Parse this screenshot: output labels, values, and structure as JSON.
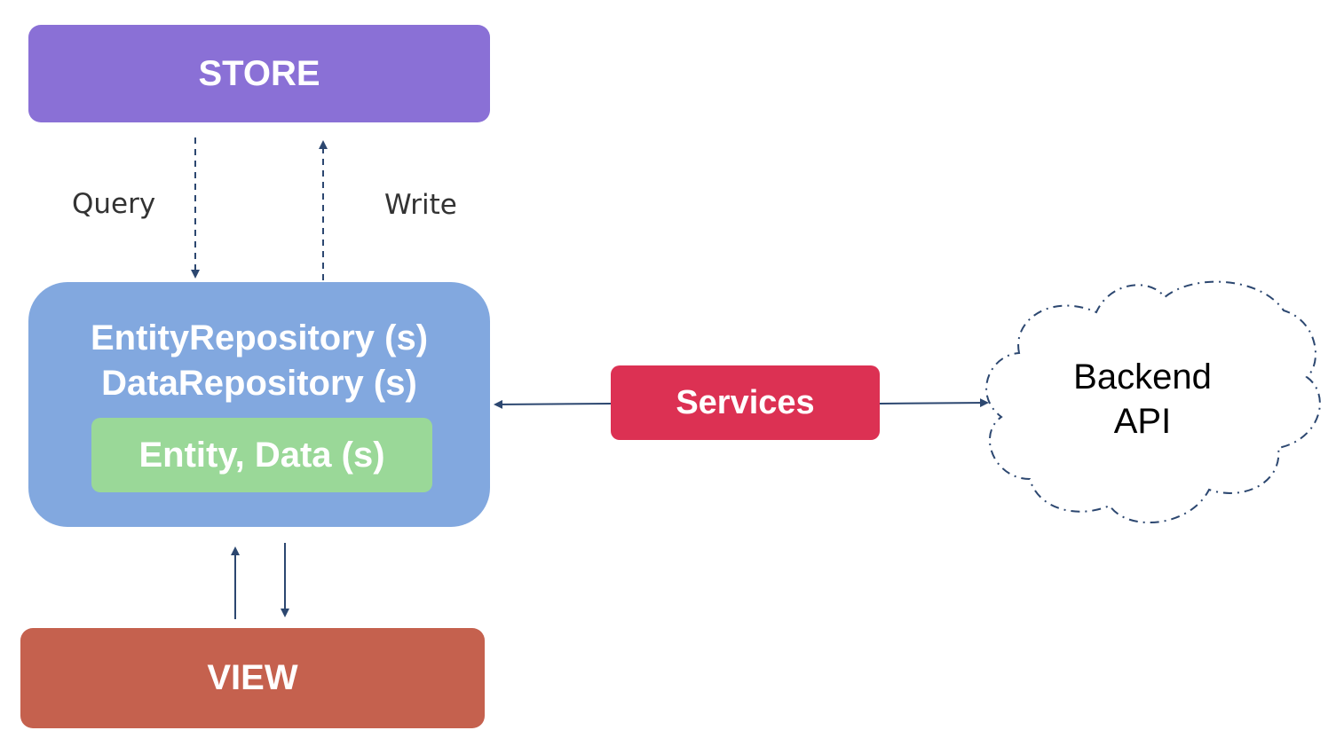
{
  "nodes": {
    "store": "STORE",
    "repository": {
      "line1": "EntityRepository (s)",
      "line2": "DataRepository (s)"
    },
    "entity": "Entity, Data (s)",
    "view": "VIEW",
    "services": "Services",
    "backend": {
      "line1": "Backend",
      "line2": "API"
    }
  },
  "edges": {
    "query_label": "Query",
    "write_label": "Write"
  },
  "colors": {
    "store": "#8a70d6",
    "repository": "#82a8df",
    "entity": "#9ad898",
    "view": "#c5614e",
    "services": "#dc3153",
    "arrow": "#2c4770"
  }
}
